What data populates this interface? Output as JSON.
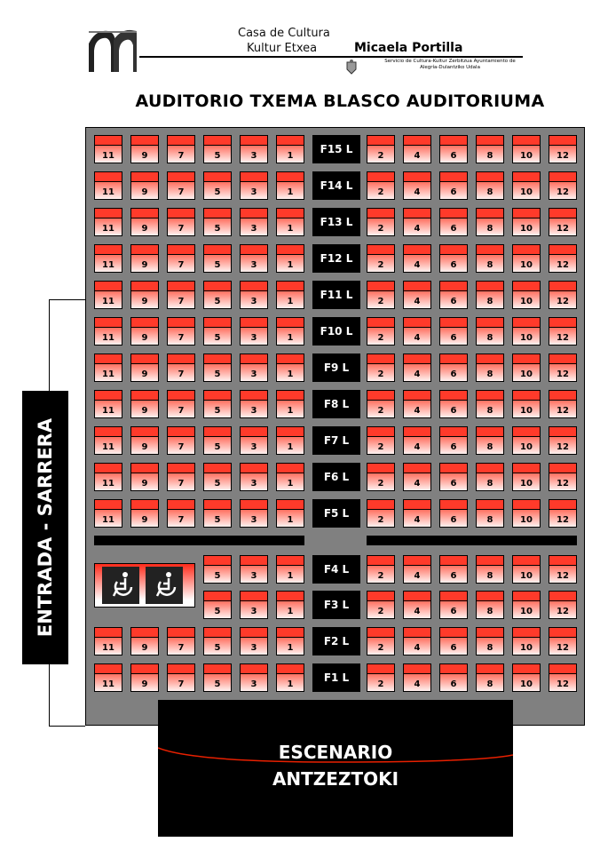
{
  "header": {
    "org_line1": "Casa de Cultura",
    "org_line2": "Kultur Etxea",
    "name": "Micaela Portilla",
    "service_line1": "Servicio de Cultura-Kultur Zerbitzua Ayuntamiento de",
    "service_line2": "Alegría-Dulantziko Udala"
  },
  "title": "AUDITORIO TXEMA BLASCO AUDITORIUMA",
  "entrance": "ENTRADA - SARRERA",
  "stage": {
    "line1": "ESCENARIO",
    "line2": "ANTZEZTOKI"
  },
  "colors": {
    "seat_top": "#ff3a2a",
    "hall": "#808080"
  },
  "rows": [
    {
      "label": "F15 L",
      "left": [
        "11",
        "9",
        "7",
        "5",
        "3",
        "1"
      ],
      "right": [
        "2",
        "4",
        "6",
        "8",
        "10",
        "12"
      ]
    },
    {
      "label": "F14 L",
      "left": [
        "11",
        "9",
        "7",
        "5",
        "3",
        "1"
      ],
      "right": [
        "2",
        "4",
        "6",
        "8",
        "10",
        "12"
      ]
    },
    {
      "label": "F13 L",
      "left": [
        "11",
        "9",
        "7",
        "5",
        "3",
        "1"
      ],
      "right": [
        "2",
        "4",
        "6",
        "8",
        "10",
        "12"
      ]
    },
    {
      "label": "F12 L",
      "left": [
        "11",
        "9",
        "7",
        "5",
        "3",
        "1"
      ],
      "right": [
        "2",
        "4",
        "6",
        "8",
        "10",
        "12"
      ]
    },
    {
      "label": "F11 L",
      "left": [
        "11",
        "9",
        "7",
        "5",
        "3",
        "1"
      ],
      "right": [
        "2",
        "4",
        "6",
        "8",
        "10",
        "12"
      ]
    },
    {
      "label": "F10 L",
      "left": [
        "11",
        "9",
        "7",
        "5",
        "3",
        "1"
      ],
      "right": [
        "2",
        "4",
        "6",
        "8",
        "10",
        "12"
      ]
    },
    {
      "label": "F9 L",
      "left": [
        "11",
        "9",
        "7",
        "5",
        "3",
        "1"
      ],
      "right": [
        "2",
        "4",
        "6",
        "8",
        "10",
        "12"
      ]
    },
    {
      "label": "F8 L",
      "left": [
        "11",
        "9",
        "7",
        "5",
        "3",
        "1"
      ],
      "right": [
        "2",
        "4",
        "6",
        "8",
        "10",
        "12"
      ]
    },
    {
      "label": "F7 L",
      "left": [
        "11",
        "9",
        "7",
        "5",
        "3",
        "1"
      ],
      "right": [
        "2",
        "4",
        "6",
        "8",
        "10",
        "12"
      ]
    },
    {
      "label": "F6 L",
      "left": [
        "11",
        "9",
        "7",
        "5",
        "3",
        "1"
      ],
      "right": [
        "2",
        "4",
        "6",
        "8",
        "10",
        "12"
      ]
    },
    {
      "label": "F5 L",
      "left": [
        "11",
        "9",
        "7",
        "5",
        "3",
        "1"
      ],
      "right": [
        "2",
        "4",
        "6",
        "8",
        "10",
        "12"
      ]
    },
    {
      "label": "F4 L",
      "left": [
        "5",
        "3",
        "1"
      ],
      "right": [
        "2",
        "4",
        "6",
        "8",
        "10",
        "12"
      ],
      "wheelchair": true
    },
    {
      "label": "F3 L",
      "left": [
        "5",
        "3",
        "1"
      ],
      "right": [
        "2",
        "4",
        "6",
        "8",
        "10",
        "12"
      ]
    },
    {
      "label": "F2 L",
      "left": [
        "11",
        "9",
        "7",
        "5",
        "3",
        "1"
      ],
      "right": [
        "2",
        "4",
        "6",
        "8",
        "10",
        "12"
      ]
    },
    {
      "label": "F1 L",
      "left": [
        "11",
        "9",
        "7",
        "5",
        "3",
        "1"
      ],
      "right": [
        "2",
        "4",
        "6",
        "8",
        "10",
        "12"
      ]
    }
  ]
}
